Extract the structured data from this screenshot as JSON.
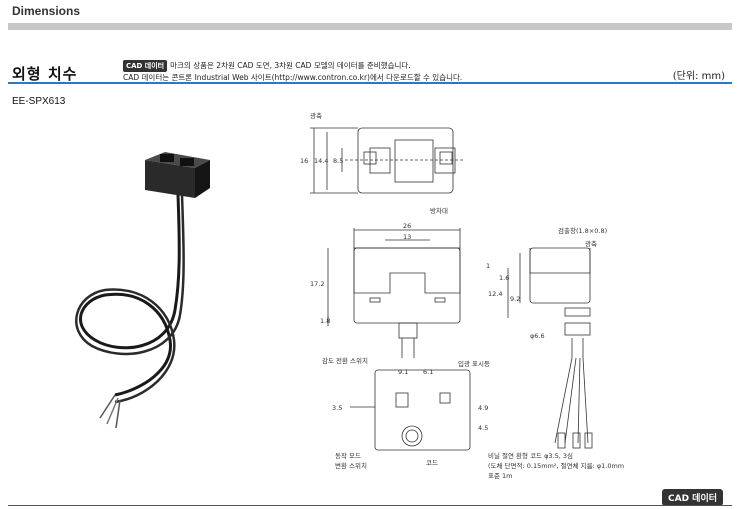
{
  "header": {
    "title": "Dimensions"
  },
  "section": {
    "title": "외형 치수",
    "cad_tag": "CAD 데이터",
    "note_line1": "마크의 상품은 2차원 CAD 도면, 3차원 CAD 모델의 데이터를 준비했습니다.",
    "note_line2": "CAD 데이터는 콘트론 Industrial Web 사이트(http://www.contron.co.kr)에서 다운로드할 수 있습니다.",
    "unit": "(단위: mm)"
  },
  "model": "EE-SPX613",
  "drawing": {
    "labels": {
      "optical_axis_top": "광축",
      "dim_16": "16",
      "dim_14_4": "14.4",
      "dim_8_5": "8.5",
      "slit": "방차대",
      "dim_26": "26",
      "dim_13": "13",
      "dim_17_2": "17.2",
      "dim_1_8": "1.8",
      "aperture": "검출창(1.8×0.8)",
      "optical_axis_side": "광축",
      "dim_1": "1",
      "dim_1_6": "1.6",
      "dim_12_4": "12.4",
      "dim_9_2": "9.2",
      "dim_phi_6_6": "φ6.6",
      "sensitivity_switch": "감도 전환 스위치",
      "dim_9_1": "9.1",
      "dim_6_1": "6.1",
      "indicator": "입광 표시등",
      "dim_3_5": "3.5",
      "dim_4_9": "4.9",
      "dim_4_5": "4.5",
      "mode_switch_1": "동작 모드",
      "mode_switch_2": "변환 스위치",
      "cord": "코드",
      "cable_1": "비닐 절연 환형 코드 φ3.5, 3심",
      "cable_2": "(도체 단면적: 0.15mm², 절연체 지름: φ1.0mm",
      "cable_3": "표준 1m"
    }
  },
  "footer": {
    "cad_button": "CAD 데이터"
  }
}
